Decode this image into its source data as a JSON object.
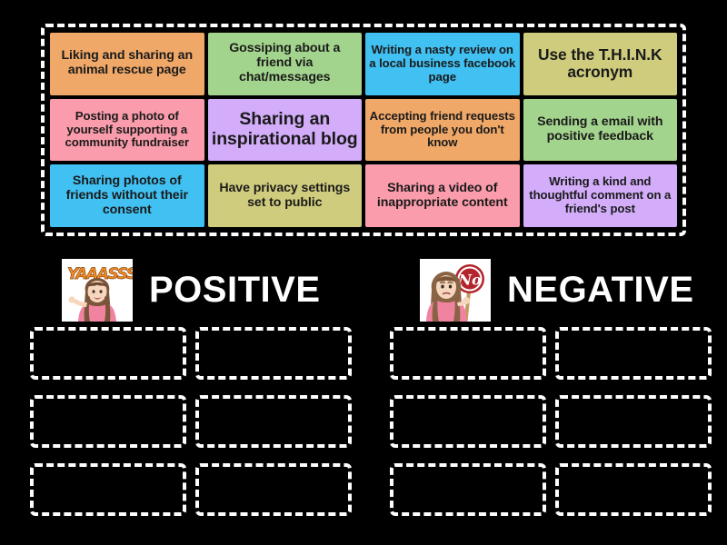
{
  "activity": {
    "type": "group-sort",
    "background_color": "#000000",
    "border_color": "#ffffff"
  },
  "tile_bank": {
    "name": "word-tile-bank",
    "columns": 4,
    "rows": 3,
    "tiles": [
      {
        "text": "Liking and sharing an animal rescue page",
        "color": "#f0a868",
        "size": "fs-14"
      },
      {
        "text": "Gossiping about a friend via chat/messages",
        "color": "#a3d48d",
        "size": "fs-14"
      },
      {
        "text": "Writing a nasty review on a local business facebook page",
        "color": "#41c0f2",
        "size": "fs-13"
      },
      {
        "text": "Use the T.H.I.N.K acronym",
        "color": "#cfcc7d",
        "size": "fs-17"
      },
      {
        "text": "Posting a photo of yourself supporting a community fundraiser",
        "color": "#fa9cab",
        "size": "fs-13"
      },
      {
        "text": "Sharing an inspirational blog",
        "color": "#d3adfa",
        "size": "fs-19"
      },
      {
        "text": "Accepting friend requests from people you don't know",
        "color": "#f0a868",
        "size": "fs-13"
      },
      {
        "text": "Sending a email with positive feedback",
        "color": "#a3d48d",
        "size": "fs-14"
      },
      {
        "text": "Sharing photos of friends without their consent",
        "color": "#41c0f2",
        "size": "fs-14"
      },
      {
        "text": "Have privacy settings set to public",
        "color": "#cfcc7d",
        "size": "fs-14"
      },
      {
        "text": "Sharing a video of inappropriate content",
        "color": "#fa9cab",
        "size": "fs-14"
      },
      {
        "text": "Writing a kind and thoughtful comment on a friend's post",
        "color": "#d3adfa",
        "size": "fs-13"
      }
    ]
  },
  "categories": [
    {
      "label": "POSITIVE",
      "image_name": "yaaasss-bitmoji",
      "image_caption": "YAAASSS",
      "dropzone_count": 6
    },
    {
      "label": "NEGATIVE",
      "image_name": "no-sign-bitmoji",
      "image_caption": "No",
      "dropzone_count": 6
    }
  ]
}
